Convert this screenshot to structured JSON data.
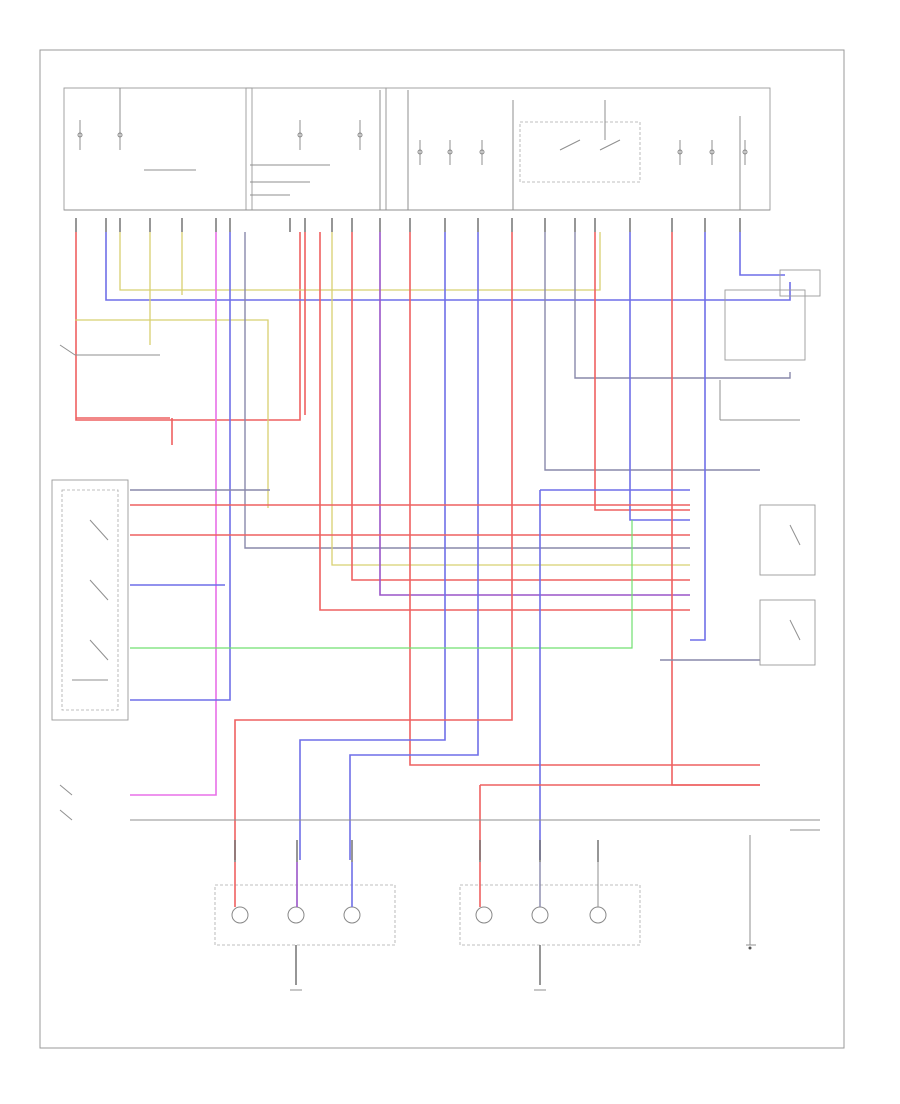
{
  "diagram": {
    "corner_label": "",
    "top_labels": [
      "",
      "",
      "",
      "",
      ""
    ],
    "connectors": [
      {
        "id": "left-middle-connector",
        "text": ""
      },
      {
        "id": "right-middle-connector",
        "text": ""
      },
      {
        "id": "bottom-right-connector",
        "text": ""
      },
      {
        "id": "left-ground-connector",
        "text": ""
      },
      {
        "id": "right-ground-connector",
        "text": ""
      }
    ],
    "components": [
      {
        "id": "left-tail-light-assembly",
        "text": ""
      },
      {
        "id": "right-tail-light-assembly",
        "text": ""
      },
      {
        "id": "light-switch-combination",
        "text": ""
      },
      {
        "id": "transmission-range-switch",
        "text": ""
      },
      {
        "id": "door-switch",
        "text": ""
      },
      {
        "id": "high-mount-stop-light",
        "text": ""
      },
      {
        "id": "rear-defog-switch",
        "text": ""
      },
      {
        "id": "turn-signal-relay",
        "text": ""
      },
      {
        "id": "hazard-relay",
        "text": ""
      }
    ]
  }
}
